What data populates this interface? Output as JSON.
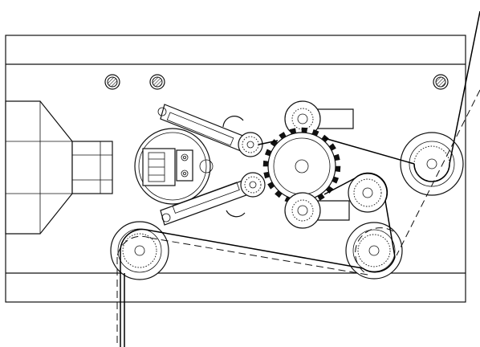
{
  "diagram": {
    "components": [
      "mounting-plate",
      "projection-lens",
      "film-gate-aperture",
      "sprocket-wheel",
      "upper-pressure-roller",
      "lower-pressure-roller",
      "feed-roller",
      "tension-roller",
      "idler-roller",
      "bottom-left-roller",
      "take-up-path",
      "supply-path"
    ],
    "colors": {
      "stroke": "#111111",
      "background": "#ffffff",
      "hatch": "#111111"
    }
  }
}
